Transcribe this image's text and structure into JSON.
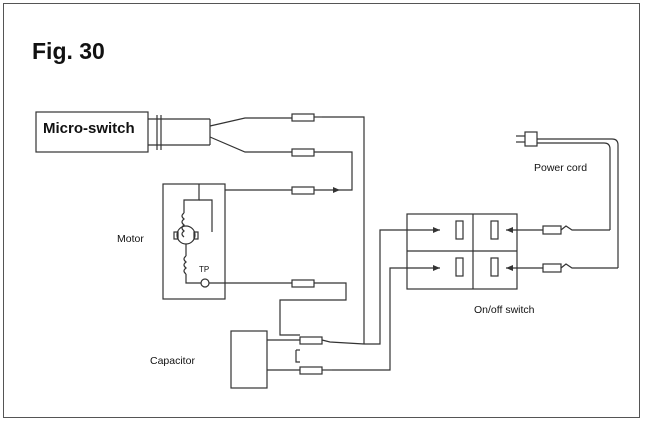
{
  "figure": {
    "title": "Fig. 30"
  },
  "labels": {
    "micro_switch": "Micro-switch",
    "motor": "Motor",
    "tp": "TP",
    "capacitor": "Capacitor",
    "power_cord": "Power cord",
    "on_off_switch": "On/off switch"
  },
  "colors": {
    "line": "#333333",
    "border": "#555555"
  }
}
